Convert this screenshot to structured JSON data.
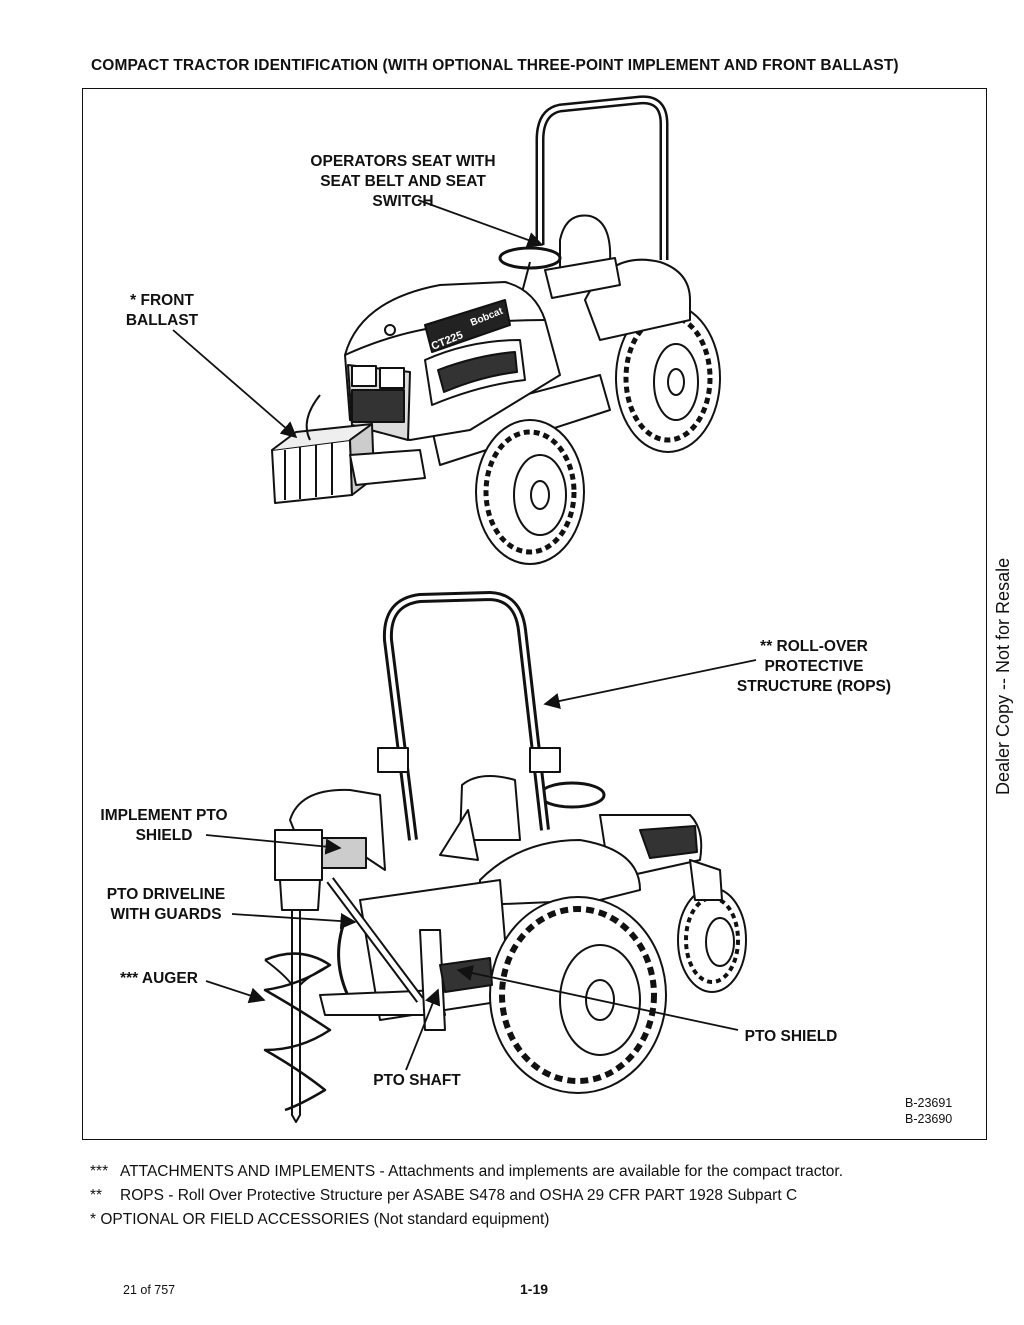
{
  "page_title": "COMPACT TRACTOR IDENTIFICATION (WITH OPTIONAL THREE-POINT IMPLEMENT AND FRONT BALLAST)",
  "figure": {
    "callouts": {
      "operators_seat": "OPERATORS SEAT WITH\nSEAT BELT AND SEAT\nSWITCH",
      "front_ballast": "* FRONT\nBALLAST",
      "rops": "** ROLL-OVER\nPROTECTIVE\nSTRUCTURE (ROPS)",
      "implement_pto_shield": "IMPLEMENT PTO\nSHIELD",
      "pto_driveline": "PTO DRIVELINE\nWITH GUARDS",
      "auger": "*** AUGER",
      "pto_shield": "PTO SHIELD",
      "pto_shaft": "PTO SHAFT"
    },
    "hood_model_label": "CT225",
    "hood_brand_label": "Bobcat",
    "reference_codes": [
      "B-23691",
      "B-23690"
    ]
  },
  "watermark": "Dealer Copy -- Not for Resale",
  "footnotes": [
    {
      "mark": "***",
      "text": "ATTACHMENTS AND IMPLEMENTS - Attachments and implements are available for the compact tractor."
    },
    {
      "mark": "**",
      "text": "ROPS - Roll Over Protective Structure per ASABE S478 and OSHA 29 CFR PART 1928 Subpart C"
    },
    {
      "mark": "*",
      "text": "OPTIONAL OR FIELD ACCESSORIES (Not standard equipment)"
    }
  ],
  "page_counter": "21 of 757",
  "page_number": "1-19"
}
